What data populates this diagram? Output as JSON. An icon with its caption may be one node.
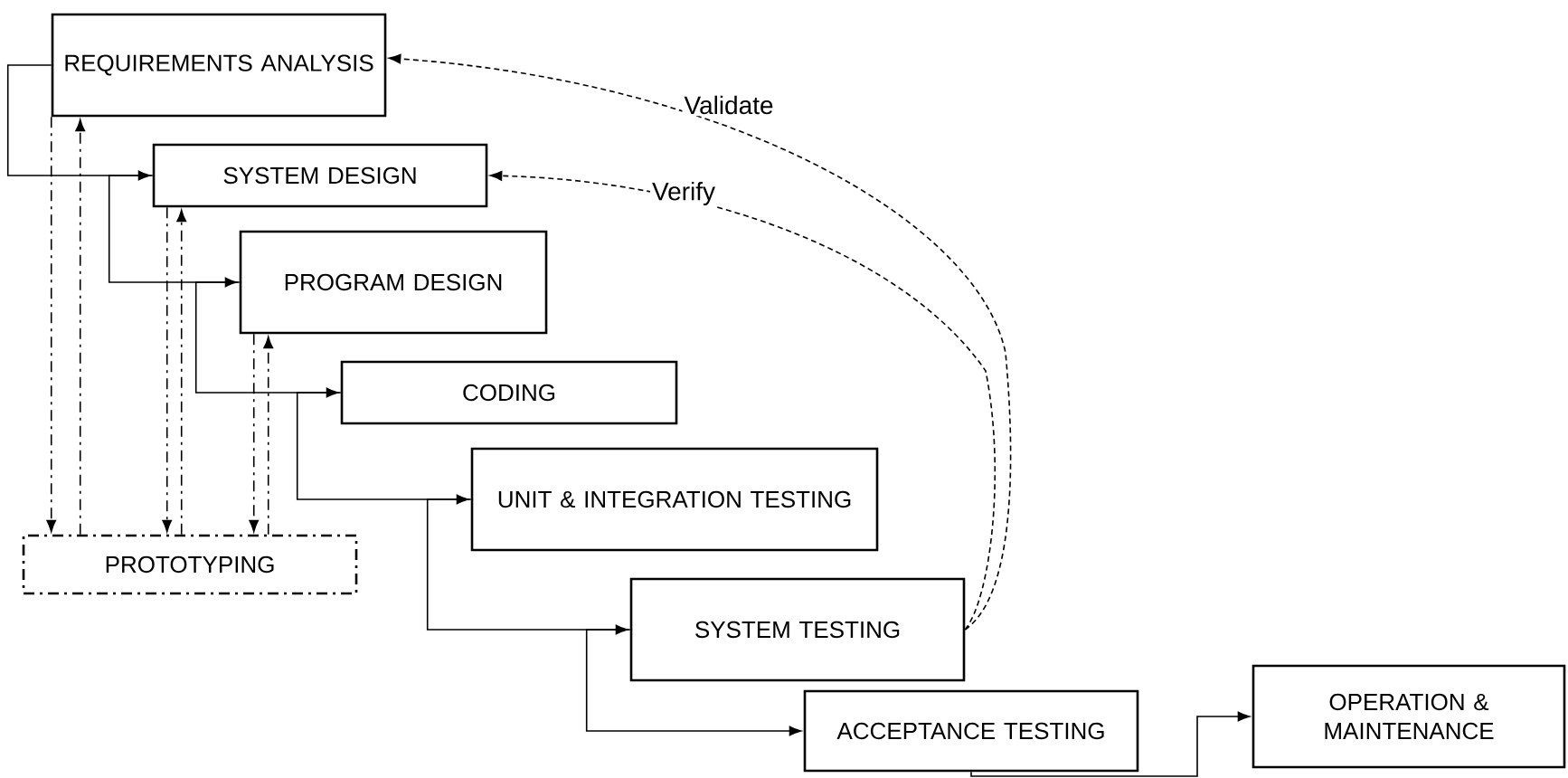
{
  "diagram": {
    "nodes": [
      {
        "text": [
          "REQUIREMENTS ANALYSIS"
        ]
      },
      {
        "text": [
          "SYSTEM DESIGN"
        ]
      },
      {
        "text": [
          "PROGRAM DESIGN"
        ]
      },
      {
        "text": [
          "CODING"
        ]
      },
      {
        "text": [
          "UNIT & INTEGRATION TESTING"
        ]
      },
      {
        "text": [
          "SYSTEM TESTING"
        ]
      },
      {
        "text": [
          "ACCEPTANCE TESTING"
        ]
      },
      {
        "text": [
          "OPERATION & MAINTENANCE"
        ]
      },
      {
        "text": [
          "PROTOTYPING"
        ]
      }
    ],
    "edges": [
      {
        "from": 0,
        "to": 1,
        "arrow": "to"
      },
      {
        "from": 1,
        "to": 2,
        "arrow": "to"
      },
      {
        "from": 2,
        "to": 3,
        "arrow": "to"
      },
      {
        "from": 3,
        "to": 4,
        "arrow": "to"
      },
      {
        "from": 4,
        "to": 5,
        "arrow": "to"
      },
      {
        "from": 5,
        "to": 6,
        "arrow": "to"
      },
      {
        "from": 6,
        "to": 7,
        "arrow": "to"
      },
      {
        "from": 0,
        "to": 8,
        "arrow": "to",
        "style": "dashed"
      },
      {
        "from": 8,
        "to": 0,
        "arrow": "to",
        "style": "dashed"
      },
      {
        "from": 1,
        "to": 8,
        "arrow": "to",
        "style": "dashed"
      },
      {
        "from": 8,
        "to": 1,
        "arrow": "to",
        "style": "dashed"
      },
      {
        "from": 2,
        "to": 8,
        "arrow": "to",
        "style": "dashed"
      },
      {
        "from": 8,
        "to": 2,
        "arrow": "to",
        "style": "dashed"
      },
      {
        "from": 5,
        "to": 0,
        "arrow": "to",
        "style": "dashed",
        "label": "Validate"
      },
      {
        "from": 5,
        "to": 1,
        "arrow": "to",
        "style": "dashed",
        "label": "Verify"
      }
    ]
  }
}
